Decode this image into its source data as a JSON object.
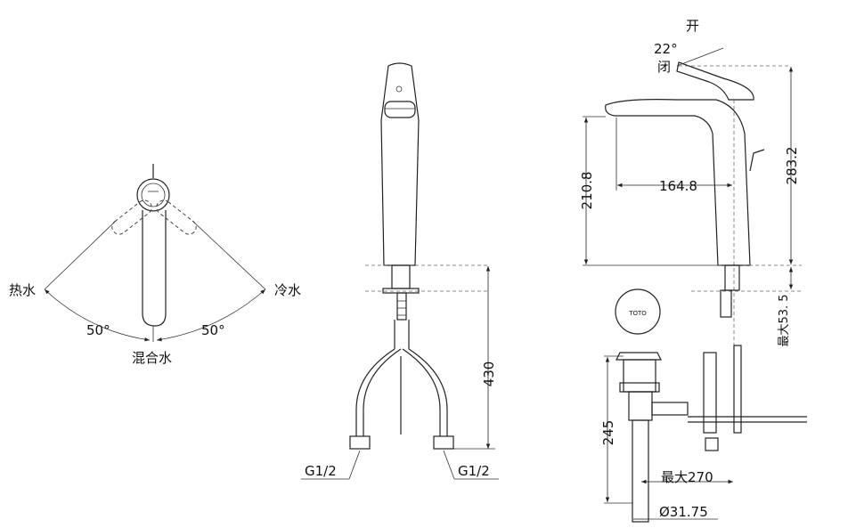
{
  "front_view": {
    "hot_label": "热水",
    "cold_label": "冷水",
    "mix_label": "混合水",
    "angle_left": "50°",
    "angle_right": "50°"
  },
  "side_view": {
    "height_430": "430",
    "thread_left": "G1/2",
    "thread_right": "G1/2"
  },
  "right_view": {
    "open_label": "开",
    "close_label": "闭",
    "lever_angle": "22°",
    "height_210": "210.8",
    "reach_164": "164.8",
    "height_283": "283.2",
    "deck_max": "最大53. 5",
    "drain_height": "245",
    "max_270": "最大270",
    "diameter": "Ø31.75",
    "logo_text": "TOTO"
  }
}
